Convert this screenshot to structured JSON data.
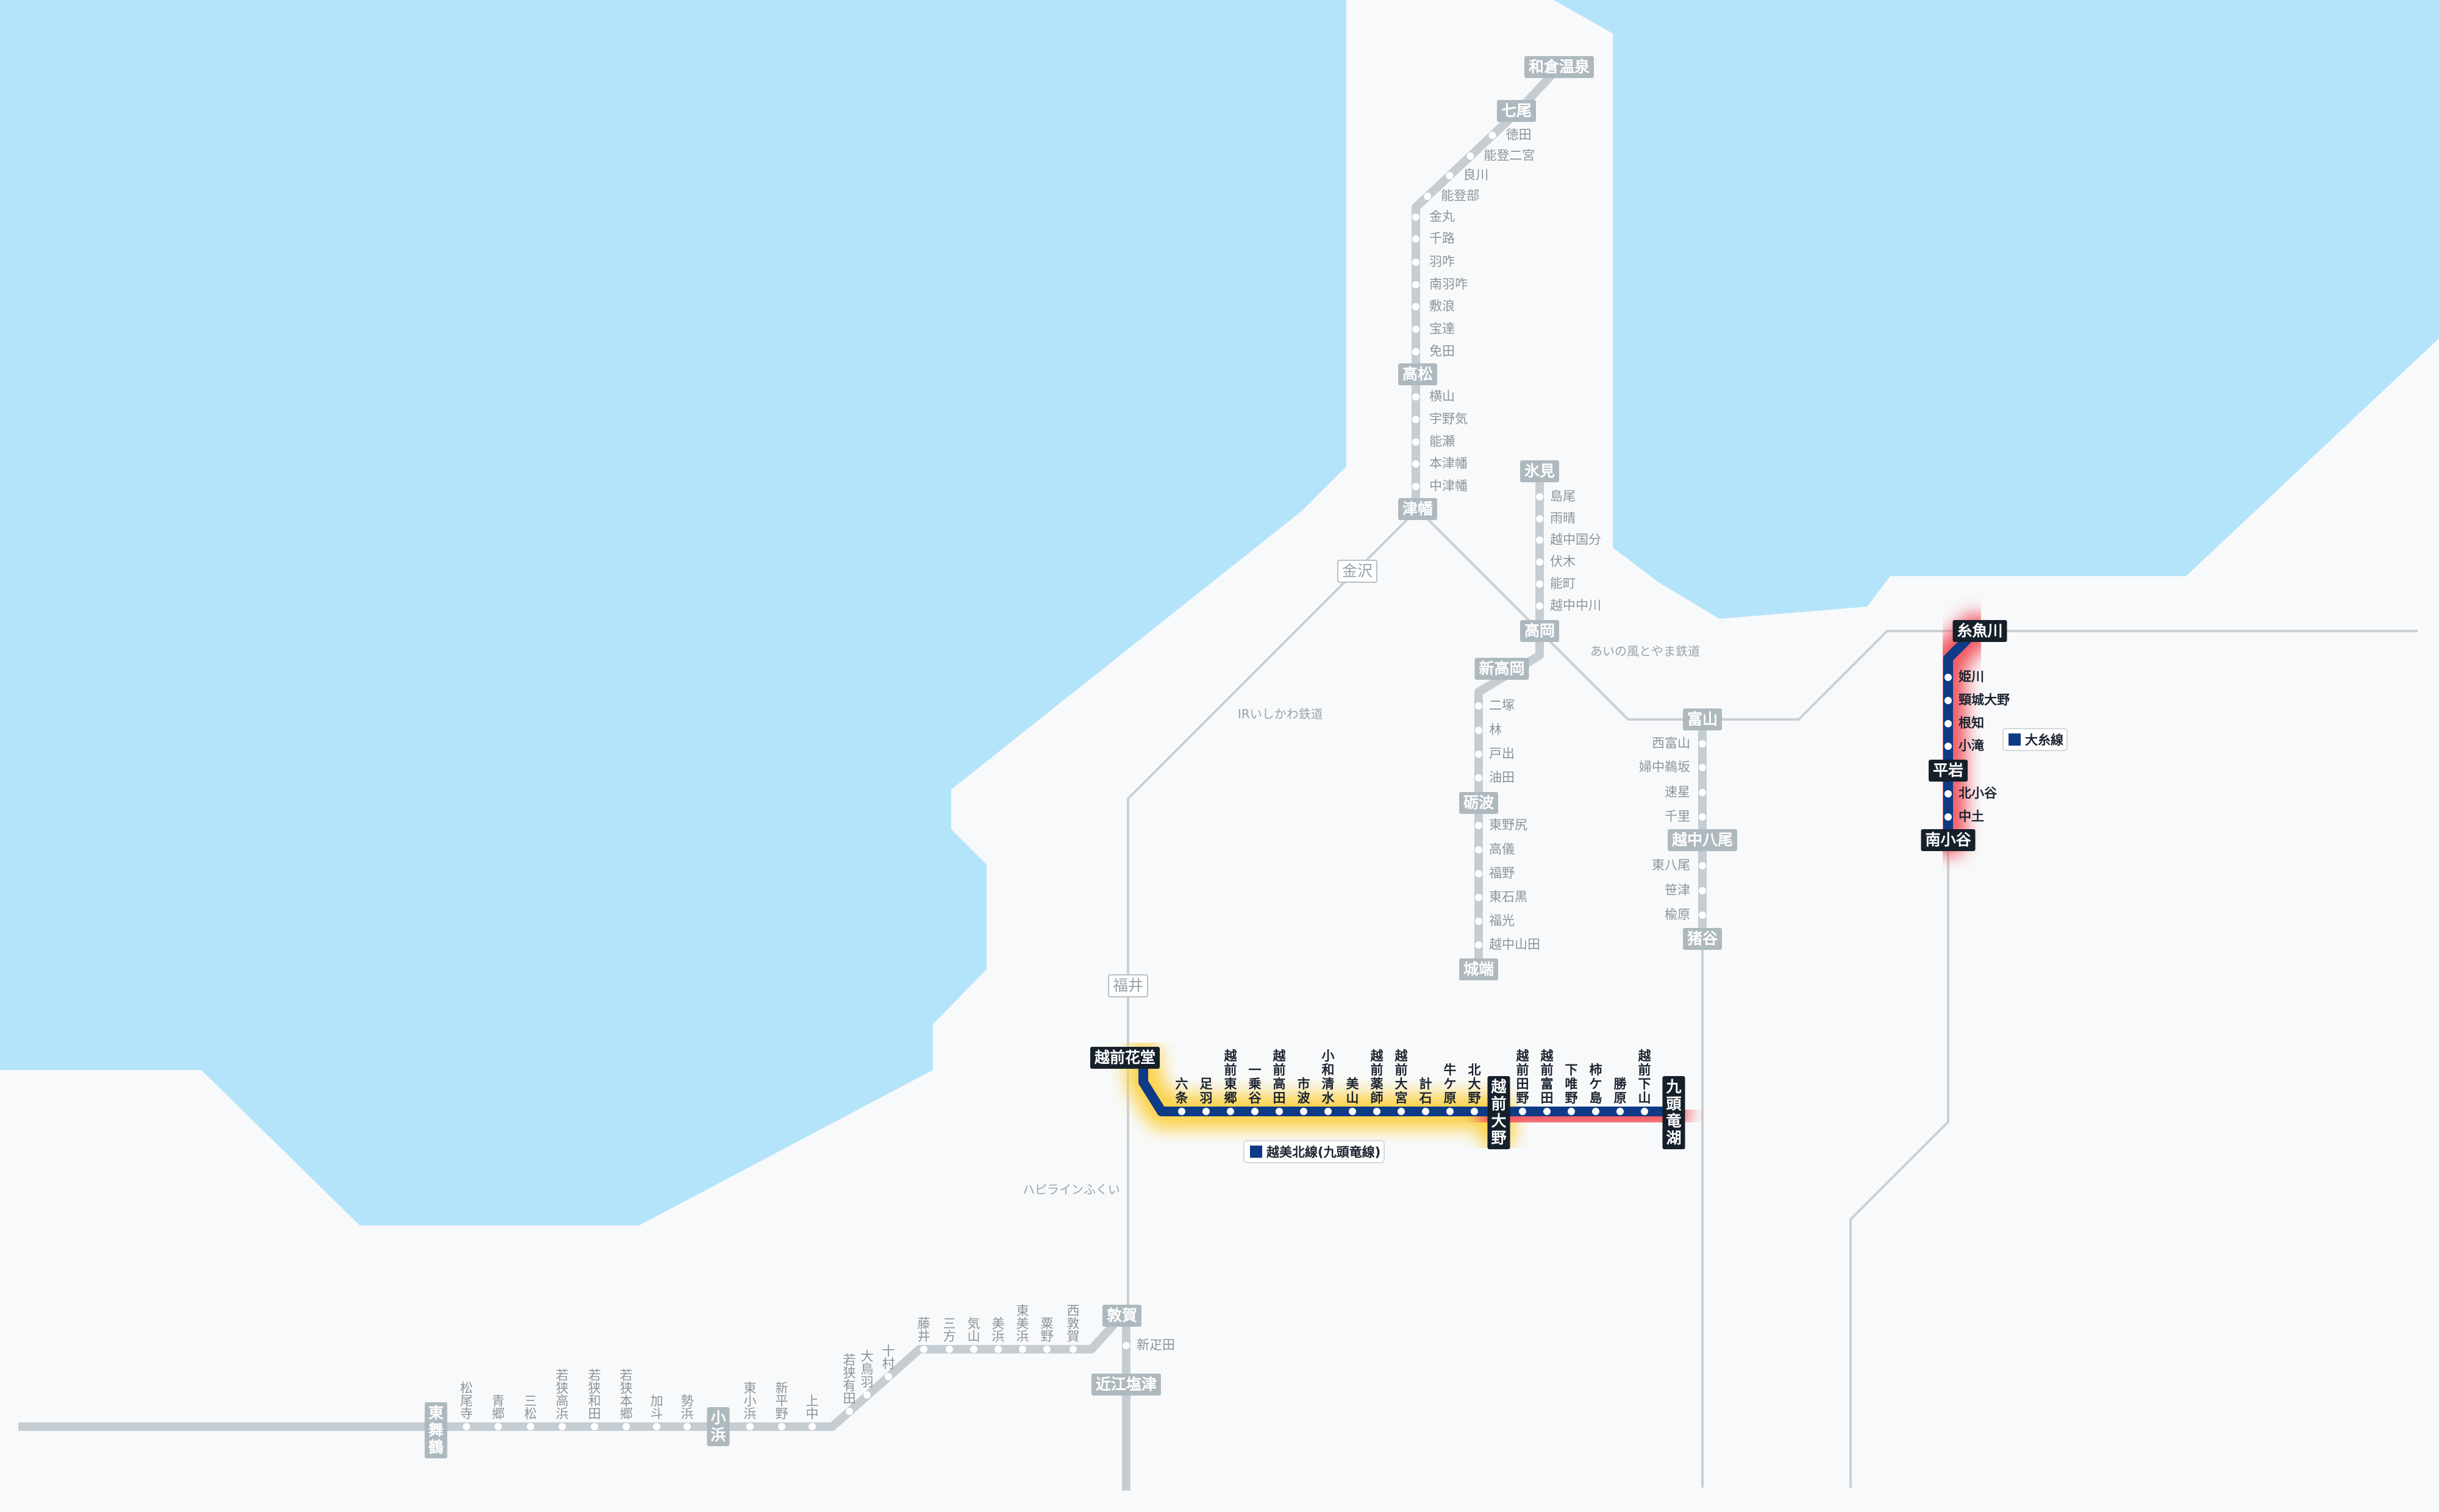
{
  "colors": {
    "sea": "#b4e4fa",
    "land": "#f8f9fa",
    "inactive_line": "#c5cdd3",
    "thin_line": "#c9d0d5",
    "active_line": "#0e3a86",
    "highlight_yellow": "#fbd24a",
    "highlight_red": "#f2545f",
    "major_box": "#aeb8bf",
    "active_box": "#16202b"
  },
  "connections": {
    "ir_ishikawa": "IRいしかわ鉄道",
    "ainokaze": "あいの風とやま鉄道",
    "hapiline": "ハピラインふくい"
  },
  "legend": {
    "etsumi": "越美北線(九頭竜線)",
    "oito": "大糸線"
  },
  "nanao_line": {
    "terminal": "和倉温泉",
    "major": [
      "七尾",
      "高松",
      "津幡"
    ],
    "stations": [
      "徳田",
      "能登二宮",
      "良川",
      "能登部",
      "金丸",
      "千路",
      "羽咋",
      "南羽咋",
      "敷浪",
      "宝達",
      "免田",
      "横山",
      "宇野気",
      "能瀬",
      "本津幡",
      "中津幡"
    ]
  },
  "himi_line": {
    "major": [
      "氷見",
      "高岡"
    ],
    "stations": [
      "島尾",
      "雨晴",
      "越中国分",
      "伏木",
      "能町",
      "越中中川"
    ]
  },
  "johana_line": {
    "major": [
      "新高岡",
      "砺波",
      "城端"
    ],
    "stations": [
      "二塚",
      "林",
      "戸出",
      "油田",
      "東野尻",
      "高儀",
      "福野",
      "東石黒",
      "福光",
      "越中山田"
    ]
  },
  "takayama_line": {
    "major": [
      "富山",
      "越中八尾",
      "猪谷"
    ],
    "stations": [
      "西富山",
      "婦中鵜坂",
      "速星",
      "千里",
      "東八尾",
      "笹津",
      "楡原"
    ]
  },
  "kanazawa_label": "金沢",
  "fukui_label": "福井",
  "oito_line": {
    "major": [
      "糸魚川",
      "平岩",
      "南小谷"
    ],
    "stations": [
      "姫川",
      "頸城大野",
      "根知",
      "小滝",
      "北小谷",
      "中土"
    ]
  },
  "etsumi_line": {
    "terminal_west": "越前花堂",
    "middle": "越前大野",
    "terminal_east": "九頭竜湖",
    "stations_west": [
      "六条",
      "足羽",
      "越前東郷",
      "一乗谷",
      "越前高田",
      "市波",
      "小和清水",
      "美山",
      "越前薬師",
      "越前大宮",
      "計石",
      "牛ケ原",
      "北大野"
    ],
    "stations_east": [
      "越前田野",
      "越前富田",
      "下唯野",
      "柿ケ島",
      "勝原",
      "越前下山"
    ]
  },
  "obama_line": {
    "major": [
      "東舞鶴",
      "小浜",
      "敦賀"
    ],
    "stations": [
      "松尾寺",
      "青郷",
      "三松",
      "若狭高浜",
      "若狭和田",
      "若狭本郷",
      "加斗",
      "勢浜",
      "東小浜",
      "新平野",
      "上中",
      "若狭有田",
      "大鳥羽",
      "十村",
      "藤井",
      "三方",
      "気山",
      "美浜",
      "東美浜",
      "粟野",
      "西敦賀"
    ]
  },
  "hokuriku_south": {
    "major": [
      "近江塩津"
    ],
    "stations": [
      "新疋田"
    ]
  }
}
